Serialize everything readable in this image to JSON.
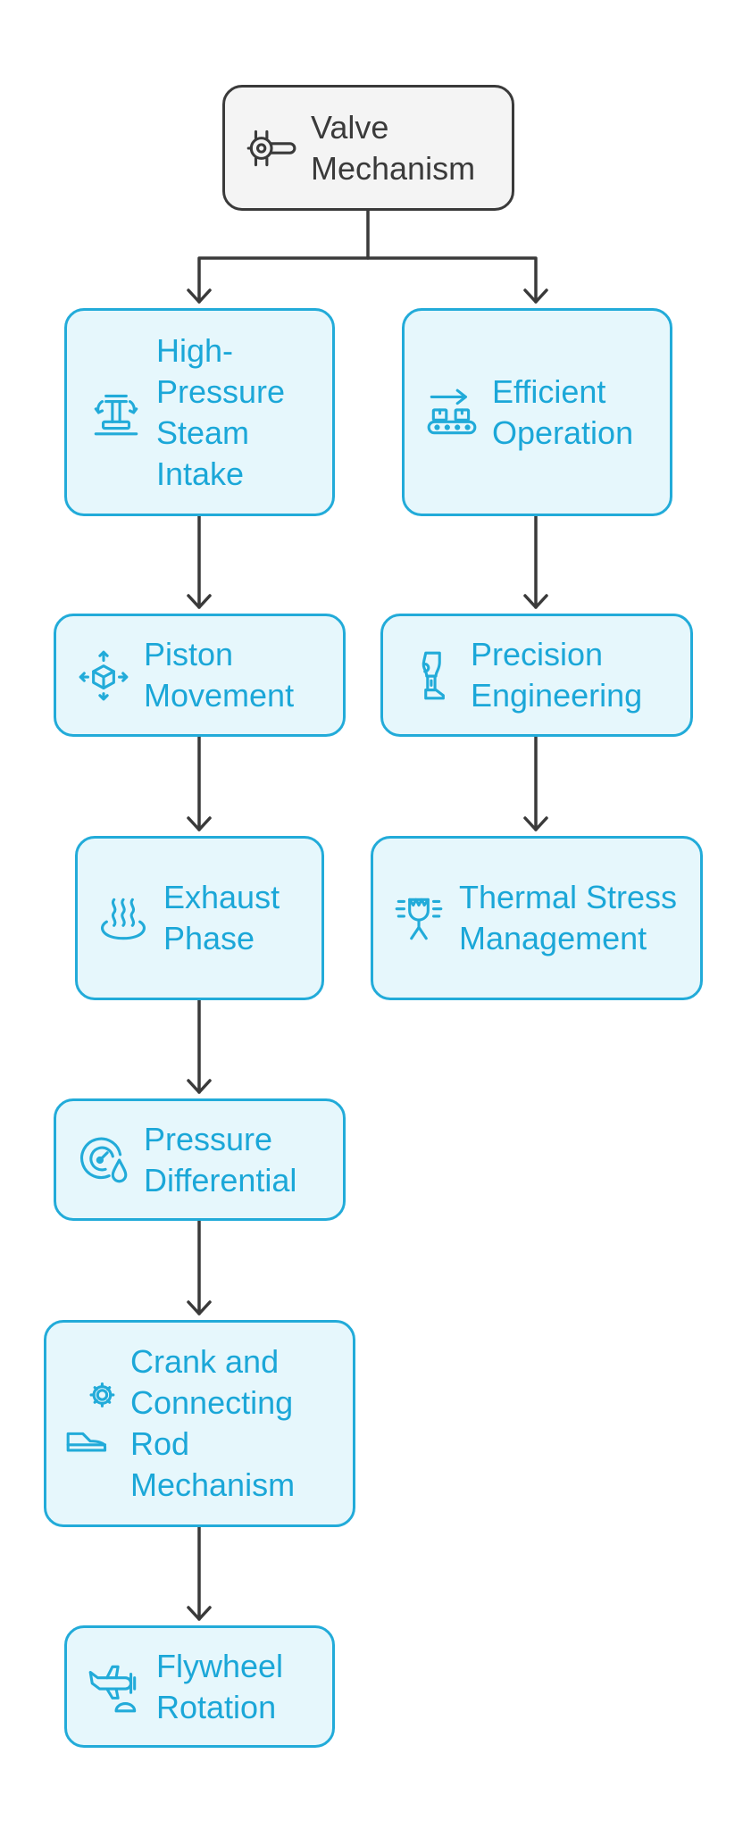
{
  "colors": {
    "accent": "#22abd9",
    "accent_text": "#1ba7d8",
    "node_fill": "#e6f7fc",
    "root_border": "#3a3a3a",
    "root_fill": "#f4f4f4",
    "connector": "#3a3a3a"
  },
  "nodes": [
    {
      "id": "valve",
      "label": "Valve Mechanism",
      "icon": "valve-icon"
    },
    {
      "id": "steam",
      "label": "High-Pressure Steam Intake",
      "icon": "piston-rotation-icon"
    },
    {
      "id": "efficient",
      "label": "Efficient Operation",
      "icon": "conveyor-icon"
    },
    {
      "id": "piston",
      "label": "Piston Movement",
      "icon": "cube-move-icon"
    },
    {
      "id": "precision",
      "label": "Precision Engineering",
      "icon": "prosthetic-leg-icon"
    },
    {
      "id": "exhaust",
      "label": "Exhaust Phase",
      "icon": "steam-icon"
    },
    {
      "id": "thermal",
      "label": "Thermal Stress Management",
      "icon": "thermal-stress-icon"
    },
    {
      "id": "pressure",
      "label": "Pressure Differential",
      "icon": "gauge-drop-icon"
    },
    {
      "id": "crank",
      "label": "Crank and Connecting Rod Mechanism",
      "icon": "gear-shoe-icon"
    },
    {
      "id": "flywheel",
      "label": "Flywheel Rotation",
      "icon": "airplane-icon"
    }
  ],
  "edges": [
    {
      "from": "valve",
      "to": "steam"
    },
    {
      "from": "valve",
      "to": "efficient"
    },
    {
      "from": "steam",
      "to": "piston"
    },
    {
      "from": "piston",
      "to": "exhaust"
    },
    {
      "from": "exhaust",
      "to": "pressure"
    },
    {
      "from": "pressure",
      "to": "crank"
    },
    {
      "from": "crank",
      "to": "flywheel"
    },
    {
      "from": "efficient",
      "to": "precision"
    },
    {
      "from": "precision",
      "to": "thermal"
    }
  ]
}
